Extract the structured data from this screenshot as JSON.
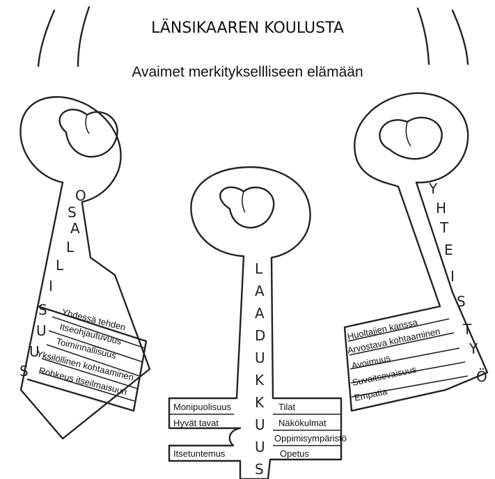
{
  "title": "LÄNSIKAAREN KOULUSTA",
  "subtitle": "Avaimet merkityksellliseen elämään",
  "keys": {
    "left": {
      "letters": [
        "O",
        "S",
        "A",
        "L",
        "L",
        "I",
        "S",
        "U",
        "U",
        "S"
      ],
      "items": [
        "Yhdessä tehden",
        "Itseohjautuvuus",
        "Toiminnallisuus",
        "Yksilöllinen kohtaaminen",
        "Rohkeus itseilmaisuun"
      ]
    },
    "middle": {
      "letters": [
        "L",
        "A",
        "A",
        "D",
        "U",
        "K",
        "K",
        "U",
        "U",
        "S"
      ],
      "left_items": [
        "Monipuolisuus",
        "Hyvät tavat",
        "Itsetuntemus"
      ],
      "right_items": [
        "Tilat",
        "Näkökulmat",
        "Oppimisympäristö",
        "Opetus"
      ]
    },
    "right": {
      "letters": [
        "Y",
        "H",
        "T",
        "E",
        "I",
        "S",
        "T",
        "Y",
        "Ö"
      ],
      "items": [
        "Huoltajien kanssa",
        "Arvostava kohtaaminen",
        "Avoimuus",
        "Suvaitsevaisuus",
        "Empatia"
      ]
    }
  }
}
